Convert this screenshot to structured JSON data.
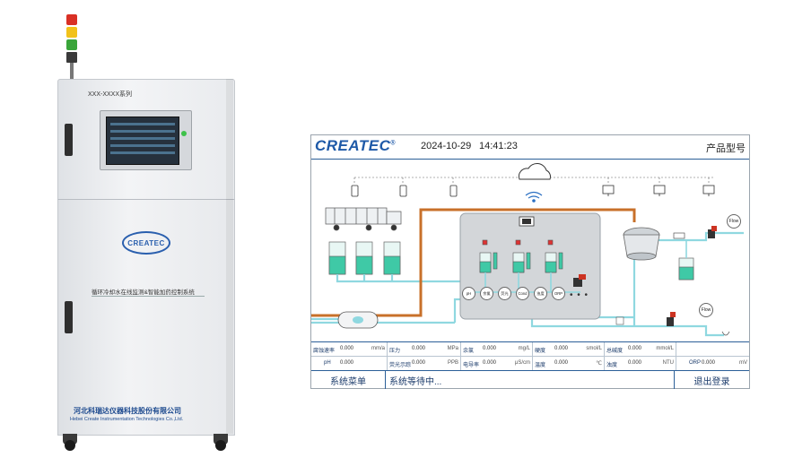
{
  "cabinet": {
    "series_label": "XXX-XXXX系列",
    "logo_text": "CREATEC",
    "subtitle": "循环冷却水在线监测&智能加药控制系统",
    "company_cn": "河北科瑞达仪器科技股份有限公司",
    "company_en": "Hebei Create Instrumentation Technologies Co.,Ltd."
  },
  "hmi": {
    "logo": "CREATEC",
    "date": "2024-10-29",
    "time": "14:41:23",
    "model_label": "产品型号",
    "diagram": {
      "sensors": [
        "pH",
        "余氯",
        "荧光",
        "Cond",
        "浊度",
        "ORP"
      ],
      "more": "• • •",
      "flow_labels": [
        "Flow",
        "Flow"
      ],
      "icons": [
        "cloud-icon",
        "wifi-icon",
        "phone-icon",
        "monitor-icon",
        "truck-icon",
        "cooling-tower-icon",
        "pump-icon",
        "valve-icon"
      ]
    },
    "table": {
      "row1": [
        {
          "label": "腐蚀速率",
          "value": "0.000",
          "unit": "mm/a"
        },
        {
          "label": "压力",
          "value": "0.000",
          "unit": "MPa"
        },
        {
          "label": "余氯",
          "value": "0.000",
          "unit": "mg/L"
        },
        {
          "label": "硬度",
          "value": "0.000",
          "unit": "smol/L"
        },
        {
          "label": "总碱度",
          "value": "0.000",
          "unit": "mmol/L"
        }
      ],
      "row2": [
        {
          "label": "pH",
          "value": "0.000",
          "unit": ""
        },
        {
          "label": "荧光示踪",
          "value": "0.000",
          "unit": "PPB"
        },
        {
          "label": "电导率",
          "value": "0.000",
          "unit": "μS/cm"
        },
        {
          "label": "温度",
          "value": "0.000",
          "unit": "℃"
        },
        {
          "label": "浊度",
          "value": "0.000",
          "unit": "NTU"
        },
        {
          "label": "ORP",
          "value": "0.000",
          "unit": "mV"
        }
      ]
    },
    "footer": {
      "menu": "系统菜单",
      "status": "系统等待中...",
      "logout": "退出登录"
    },
    "colors": {
      "brand_blue": "#1f5aa8",
      "pipe_orange": "#c8702a",
      "pipe_cyan": "#8fd8e0",
      "panel_gray": "#d3d6d9"
    }
  }
}
